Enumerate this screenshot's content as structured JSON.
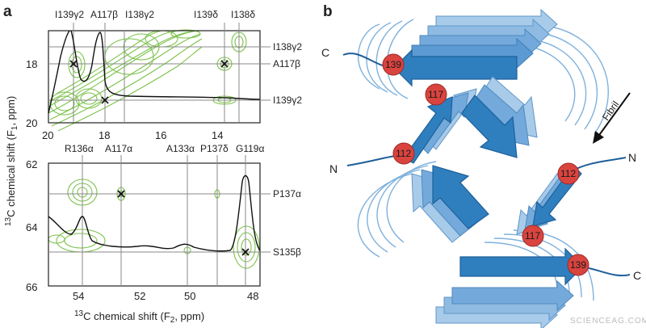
{
  "panel_a": {
    "letter": "a",
    "top": {
      "peak_labels": [
        "I139γ2",
        "A117β",
        "I138γ2",
        "I139δ",
        "I138δ"
      ],
      "right_labels": [
        "I138γ2",
        "A117β",
        "I139γ2"
      ],
      "y_ticks": [
        "18",
        "20"
      ],
      "x_ticks": [
        "20",
        "18",
        "16",
        "14"
      ],
      "ylabel_super": "13",
      "ylabel_main": "C chemical shift (F",
      "ylabel_sub": "1",
      "ylabel_tail": ", ppm)"
    },
    "bottom": {
      "peak_labels": [
        "R136α",
        "A117α",
        "A133α",
        "P137δ",
        "G119α"
      ],
      "right_labels": [
        "P137α",
        "S135β"
      ],
      "y_ticks": [
        "62",
        "64",
        "66"
      ],
      "x_ticks": [
        "54",
        "52",
        "50",
        "48"
      ],
      "xlabel_super": "13",
      "xlabel_main": "C chemical shift (F",
      "xlabel_sub": "2",
      "xlabel_tail": ", ppm)"
    }
  },
  "panel_b": {
    "letter": "b",
    "terminus_top_left": "C",
    "terminus_mid_left": "N",
    "terminus_mid_right": "N",
    "terminus_bottom_right": "C",
    "fibril_label": "Fibril",
    "residues_left": [
      "139",
      "117",
      "112"
    ],
    "residues_right": [
      "112",
      "117",
      "139"
    ]
  },
  "colors": {
    "contour_green": "#7cc24b",
    "strand_dark": "#2f7fbf",
    "strand_light": "#9cc3e6",
    "marker_red": "#d9443f"
  },
  "watermark": "SCIENCEAG.COM"
}
